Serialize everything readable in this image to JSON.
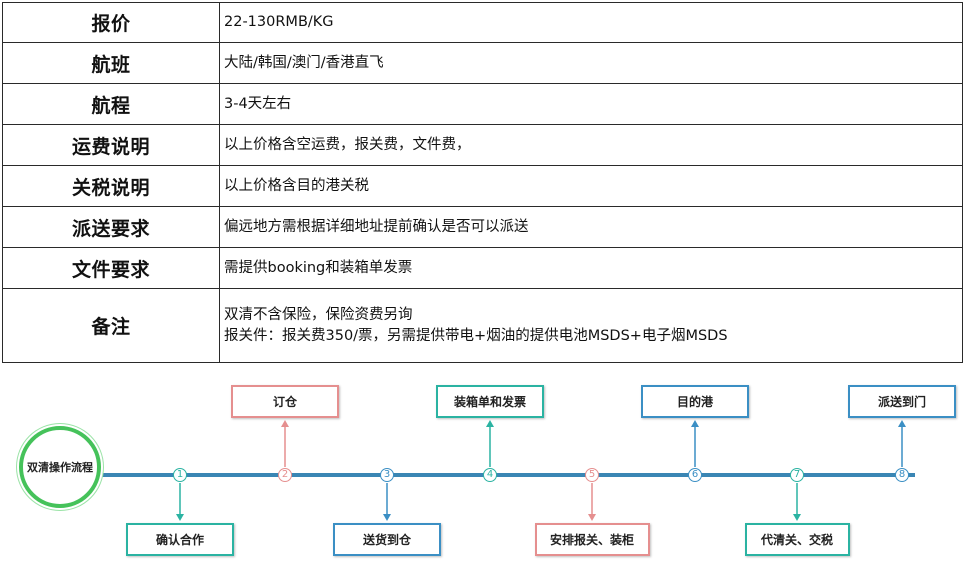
{
  "table": {
    "rows": [
      {
        "label": "报价",
        "value": [
          "22-130RMB/KG"
        ]
      },
      {
        "label": "航班",
        "value": [
          "大陆/韩国/澳门/香港直飞"
        ]
      },
      {
        "label": "航程",
        "value": [
          "3-4天左右"
        ]
      },
      {
        "label": "运费说明",
        "value": [
          "以上价格含空运费，报关费，文件费，"
        ]
      },
      {
        "label": "关税说明",
        "value": [
          "以上价格含目的港关税"
        ]
      },
      {
        "label": "派送要求",
        "value": [
          "偏远地方需根据详细地址提前确认是否可以派送"
        ]
      },
      {
        "label": "文件要求",
        "value": [
          "需提供booking和装箱单发票"
        ]
      },
      {
        "label": "备注",
        "value": [
          "双清不含保险，保险资费另询",
          "报关件：报关费350/票，另需提供带电+烟油的提供电池MSDS+电子烟MSDS"
        ]
      }
    ]
  },
  "flow": {
    "start_label": "双清操作流程",
    "steps": [
      {
        "num": "1",
        "label": "确认合作",
        "position": "below",
        "color": "teal"
      },
      {
        "num": "2",
        "label": "订仓",
        "position": "above",
        "color": "red"
      },
      {
        "num": "3",
        "label": "送货到仓",
        "position": "below",
        "color": "blue"
      },
      {
        "num": "4",
        "label": "装箱单和发票",
        "position": "above",
        "color": "teal"
      },
      {
        "num": "5",
        "label": "安排报关、装柜",
        "position": "below",
        "color": "red"
      },
      {
        "num": "6",
        "label": "目的港",
        "position": "above",
        "color": "blue"
      },
      {
        "num": "7",
        "label": "代清关、交税",
        "position": "below",
        "color": "teal"
      },
      {
        "num": "8",
        "label": "派送到门",
        "position": "above",
        "color": "blue"
      }
    ],
    "colors": {
      "teal": "#2bb3a2",
      "blue": "#3b8fc4",
      "red": "#e58f8f",
      "line": "#3a86b4",
      "start": "#45c25a"
    }
  }
}
